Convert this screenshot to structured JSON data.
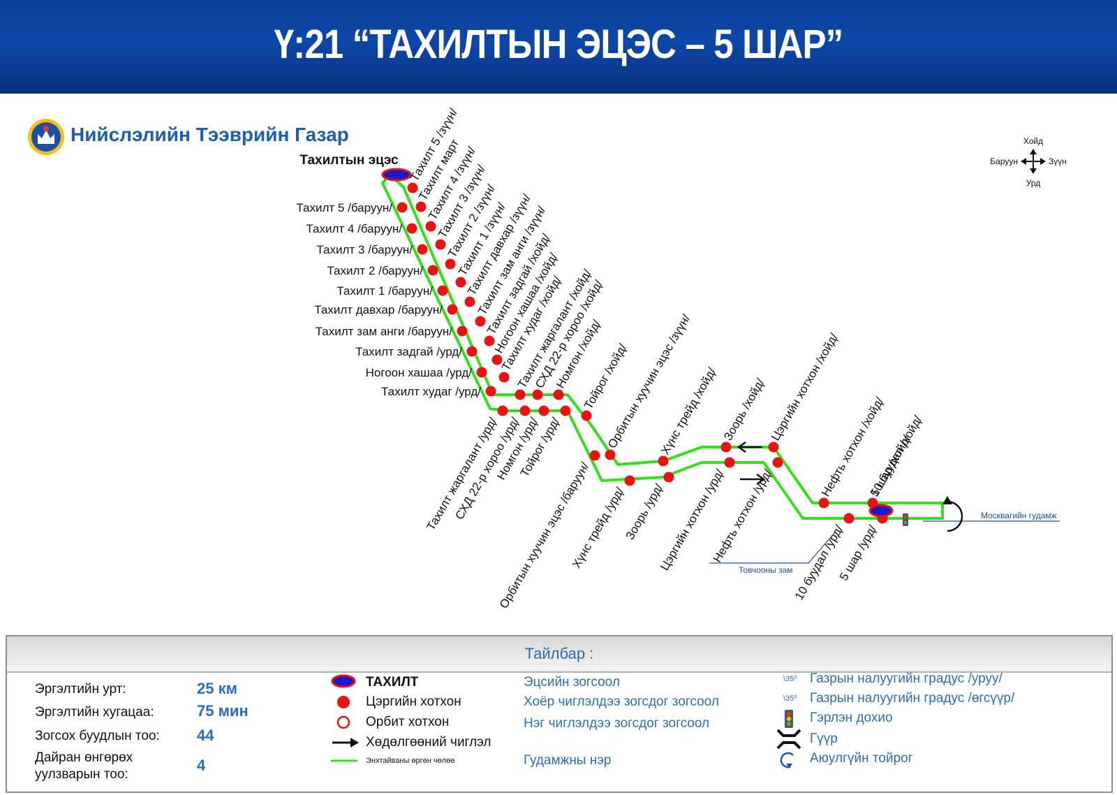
{
  "header": {
    "title": "Ү:21 “ТАХИЛТЫН ЭЦЭС – 5 ШАР”"
  },
  "org": {
    "name": "Нийслэлийн Тээврийн Газар"
  },
  "compass": {
    "north": "Хойд",
    "south": "Урд",
    "west": "Баруун",
    "east": "Зүүн"
  },
  "map": {
    "terminal_top_label": "Тахилтын эцэс",
    "upper_stops": [
      "Тахилт 5 /зүүн/",
      "Тахилт март",
      "Тахилт 4 /зүүн/",
      "Тахилт 3 /зүүн/",
      "Тахилт 2 /зүүн/",
      "Тахилт 1 /зүүн/",
      "Тахилт давхар /зүүн/",
      "Тахилт зам анги /зүүн/",
      "Тахилт задгай /хойд/",
      "Ногоон хашаа /хойд/",
      "Тахилт худаг /хойд/",
      "Тахилт жаргалант /хойд/",
      "СХД 22-р хороо /хойд/",
      "Номгон /хойд/",
      "Тойрог /хойд/",
      "Орбитын хуучин эцэс /зүүн/",
      "Хүнс трейд /хойд/",
      "Зоорь /хойд/",
      "Цэргийн хотхон /хойд/",
      "Нефть хотхон /хойд/",
      "10 буудал /хойд/",
      "5 шар /хойд/"
    ],
    "left_stops": [
      "Тахилт 5 /баруун/",
      "Тахилт 4 /баруун/",
      "Тахилт 3 /баруун/",
      "Тахилт 2 /баруун/",
      "Тахилт 1 /баруун/",
      "Тахилт давхар /баруун/",
      "Тахилт зам анги /баруун/",
      "Тахилт задгай /урд/",
      "Ногоон хашаа /урд/",
      "Тахилт худаг /урд/"
    ],
    "lower_stops": [
      "Тахилт жаргалант /урд/",
      "СХД 22-р хороо /урд/",
      "Номгон /урд/",
      "Тойрог /урд/",
      "Орбитын хуучин эцэс /баруун/",
      "Хүнс трейд /урд/",
      "Зоорь /урд/",
      "Цэргийн хотхон /урд/",
      "Нефть хотхон /урд/",
      "10 буудал /урд/",
      "5 шар /урд/"
    ],
    "street_moscow": "Москвагийн гудамж",
    "street_tovchoo": "Товчооны зам",
    "route_color": "#33e01a",
    "stop_color": "#ee1111",
    "terminal_color": "#1a1acc"
  },
  "legend": {
    "title": "Тайлбар :",
    "stats": [
      {
        "label": "Эргэлтийн урт:",
        "value": "25 км"
      },
      {
        "label": "Эргэлтийн хугацаа:",
        "value": "75 мин"
      },
      {
        "label": "Зогсох буудлын тоо:",
        "value": "44"
      },
      {
        "label": "Дайран өнгөрөх\nуулзварын тоо:",
        "value": "4"
      }
    ],
    "symbols": [
      {
        "label": "ТАХИЛТ",
        "desc": "Эцсийн зогсоол",
        "icon": "terminal-oval"
      },
      {
        "label": "Цэргийн хотхон",
        "desc": "Хоёр чиглэлдээ зогсдог зогсоол",
        "icon": "filled-stop"
      },
      {
        "label": "Орбит хотхон",
        "desc": "Нэг чиглэлдээ зогсдог зогсоол",
        "icon": "hollow-stop"
      },
      {
        "label": "Хөдөлгөөний чиглэл",
        "desc": "",
        "icon": "arrow"
      },
      {
        "label": "Энхтайваны өргөн чөлөө",
        "desc": "Гудамжны нэр",
        "icon": "green-line"
      }
    ],
    "right_items": [
      {
        "mark": "\\35⁰",
        "label": "Газрын налуугийн градус /уруу/"
      },
      {
        "mark": "\\35⁰",
        "label": "Газрын налуугийн градус /өгсүүр/"
      },
      {
        "mark": "",
        "label": "Гэрлэн дохио",
        "icon": "traffic-light"
      },
      {
        "mark": "",
        "label": "Гүүр",
        "icon": "bridge"
      },
      {
        "mark": "",
        "label": "Аюулгүйн тойрог",
        "icon": "roundabout"
      }
    ]
  }
}
